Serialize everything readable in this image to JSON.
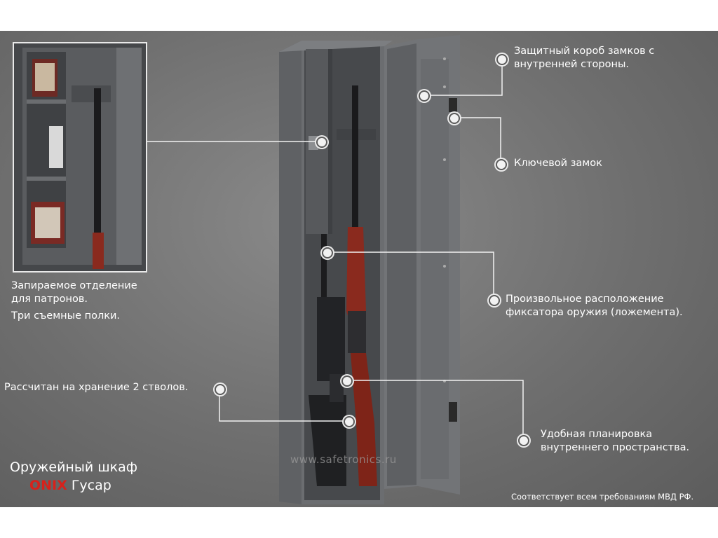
{
  "callouts": {
    "lock_box": [
      "Защитный короб  замков с",
      "внутренней стороны."
    ],
    "key_lock": "Ключевой замок",
    "mount": [
      "Произвольное расположение",
      "фиксатора оружия (ложемента)."
    ],
    "layout": [
      "Удобная планировка",
      "внутреннего пространства."
    ],
    "capacity": "Рассчитан на хранение 2 стволов.",
    "ammo": [
      "Запираемое отделение",
      "для патронов."
    ],
    "shelves": "Три съемные полки."
  },
  "brand": {
    "line1": "Оружейный шкаф",
    "onix": "ONIX",
    "model": "Гусар"
  },
  "compliance": "Соответствует всем требованиям МВД РФ.",
  "watermark": "www.safetronics.ru",
  "colors": {
    "background": "#6f6f6f",
    "cabinet": "#6b6d70",
    "interior": "#4b4d50",
    "stock": "#8a2a1e",
    "brand_accent": "#d8211b"
  }
}
